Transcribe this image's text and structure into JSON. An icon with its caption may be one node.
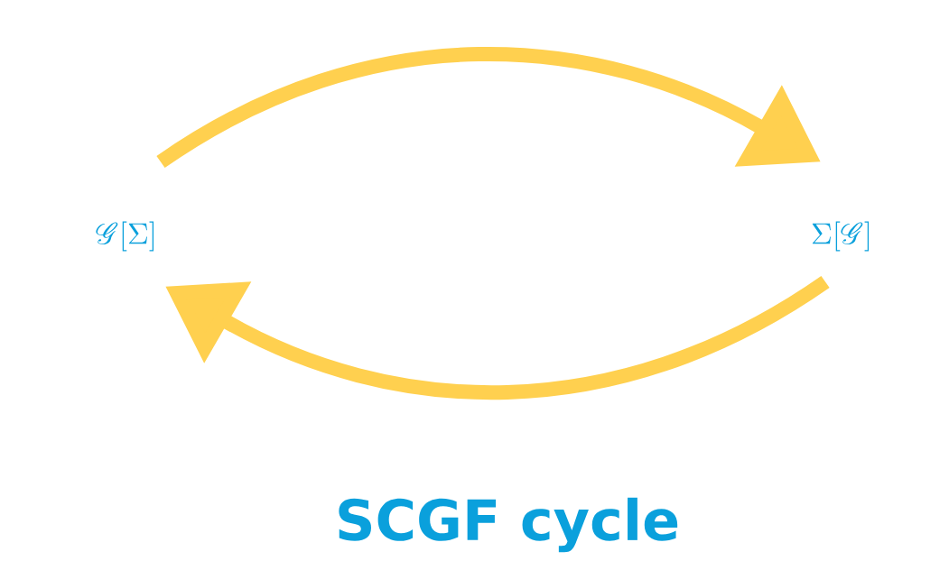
{
  "diagram": {
    "caption": "SCGF cycle",
    "nodes": [
      {
        "text": [
          "\\mathscr{G}[\\Sigma]"
        ]
      },
      {
        "text": [
          "\\Sigma[\\mathscr{G}]"
        ]
      }
    ],
    "edges": [
      {
        "from": 0,
        "to": 1,
        "arrow": "to"
      },
      {
        "from": 1,
        "to": 0,
        "arrow": "to"
      }
    ]
  }
}
